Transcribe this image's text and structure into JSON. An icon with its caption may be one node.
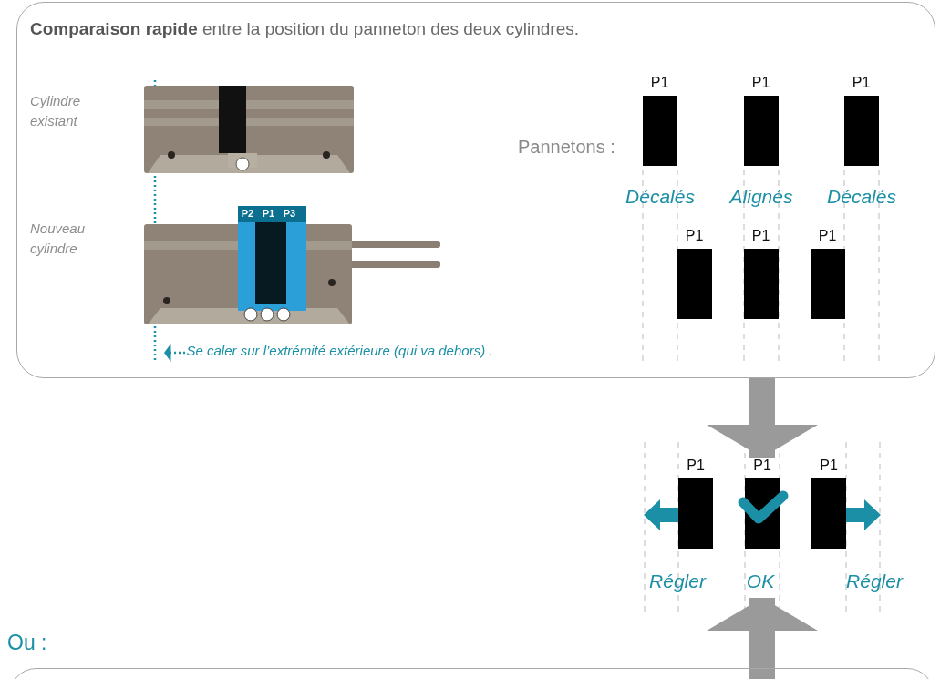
{
  "diagram": {
    "nodes": [
      {
        "text": [
          "**Comparaison rapide** entre la position du panneton des deux cylindres."
        ]
      },
      {
        "text": [],
        "shape": "picture",
        "in": 0
      },
      {
        "text": [],
        "shape": "picture",
        "in": 0,
        "beside": [
          "P2",
          "P1",
          "P3"
        ]
      },
      {
        "text": [
          "Se caler sur l’extrémité extérieure (qui va dehors) ."
        ],
        "in": 0
      },
      {
        "text": [
          "P1"
        ],
        "in": 0
      },
      {
        "text": [
          "P1"
        ],
        "in": 0
      },
      {
        "text": [
          "P1"
        ],
        "in": 0
      },
      {
        "text": [
          "P1"
        ],
        "in": 0
      },
      {
        "text": [
          "P1"
        ],
        "in": 0
      },
      {
        "text": [
          "P1"
        ],
        "in": 0
      },
      {
        "text": [
          "P1"
        ],
        "beside": [
          "Régler"
        ]
      },
      {
        "text": [
          "P1"
        ],
        "beside": [
          "OK"
        ]
      },
      {
        "text": [
          "P1"
        ],
        "beside": [
          "Régler"
        ]
      },
      {
        "text": [
          "Ou :"
        ]
      }
    ],
    "edges": [
      {
        "from": 3,
        "to": null,
        "arrow": "to",
        "style": "dashed",
        "color": "#1a8fa5"
      },
      {
        "from": 0,
        "to": 11,
        "arrow": "to"
      },
      {
        "from": 13,
        "to": 11,
        "arrow": "to"
      }
    ],
    "labels": [
      "Cylindre existant",
      "Nouveau cylindre",
      "Pannetons :",
      "Décalés",
      "Alignés",
      "Décalés"
    ]
  }
}
